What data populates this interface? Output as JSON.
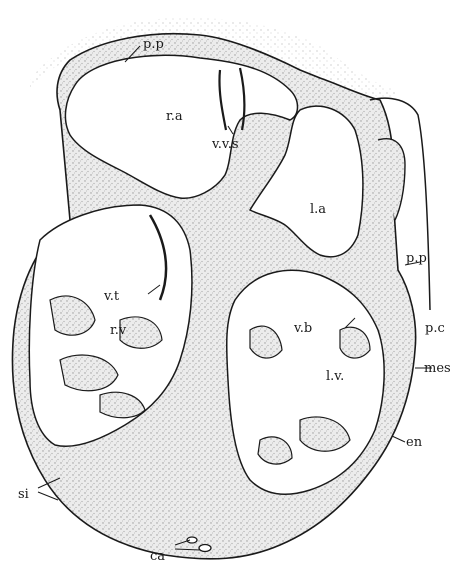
{
  "figure": {
    "labels": {
      "pp_top": "p.p",
      "ra": "r.a",
      "vvs": "v.v.s",
      "la": "l.a",
      "pp_right": "p.p",
      "pc": "p.c",
      "vt": "v.t",
      "rv": "r.v",
      "vb": "v.b",
      "lv": "l.v.",
      "mes": "mes",
      "en": "en",
      "si": "si",
      "ca": "ca"
    },
    "colors": {
      "ink": "#1a1a1a",
      "stipple": "#b8b8b8",
      "tissue": "#e9e9e9",
      "background": "#ffffff"
    }
  }
}
